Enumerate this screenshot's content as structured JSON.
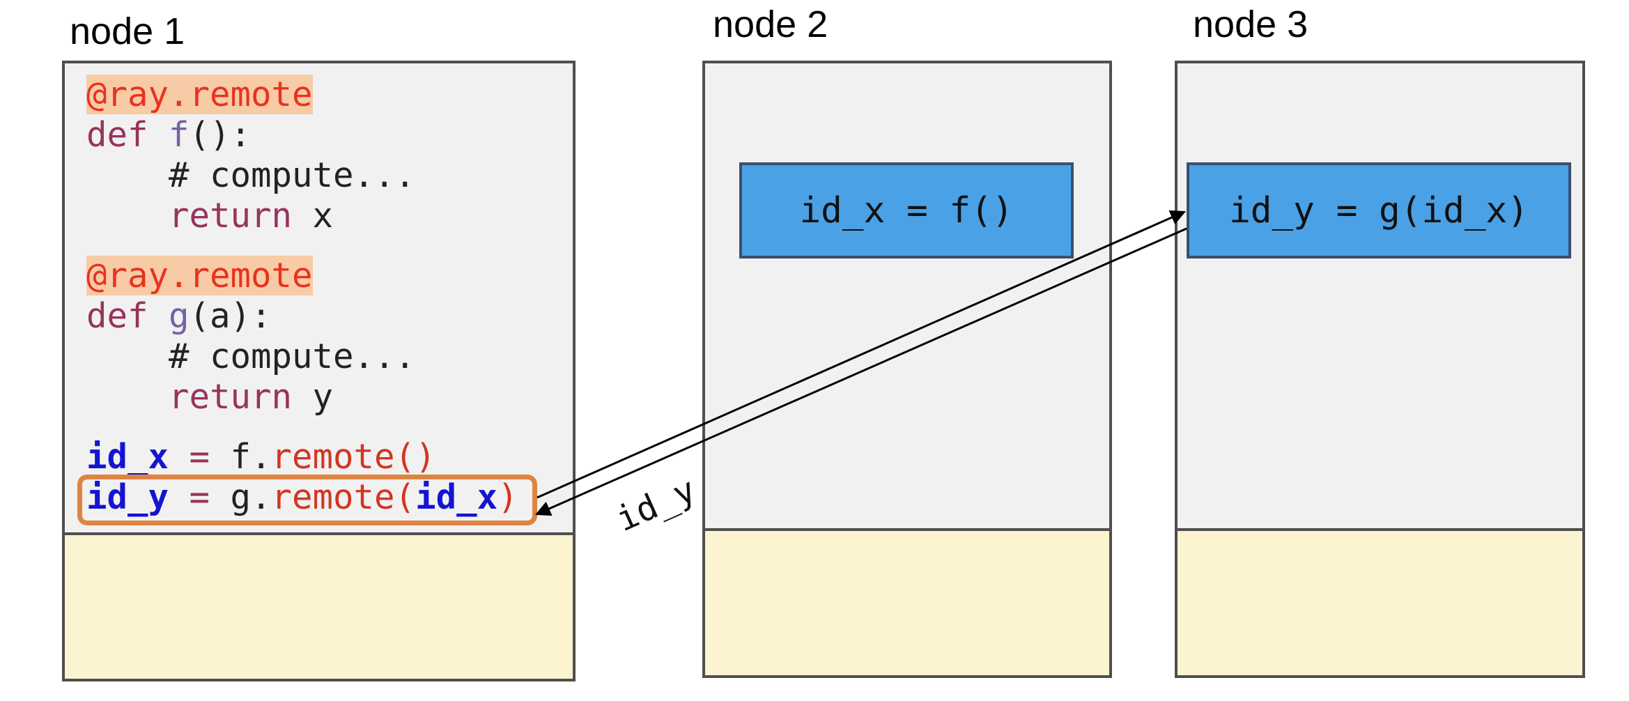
{
  "nodes": [
    {
      "title": "node 1"
    },
    {
      "title": "node 2"
    },
    {
      "title": "node 3"
    }
  ],
  "code": {
    "f_decorator": "@ray.remote",
    "f_def_kw": "def ",
    "f_name": "f",
    "f_sig": "():",
    "f_comment": "# compute...",
    "f_return_kw": "return",
    "f_return_val": " x",
    "g_decorator": "@ray.remote",
    "g_def_kw": "def ",
    "g_name": "g",
    "g_sig": "(a):",
    "g_comment": "# compute...",
    "g_return_kw": "return",
    "g_return_val": " y",
    "call1_var": "id_x",
    "call1_eq": " = ",
    "call1_obj": "f.",
    "call1_method": "remote()",
    "call2_var": "id_y",
    "call2_eq": " = ",
    "call2_obj": "g.",
    "call2_method": "remote(",
    "call2_arg": "id_x",
    "call2_close": ")"
  },
  "tasks": {
    "node2": "id_x = f()",
    "node3": "id_y = g(id_x)"
  },
  "arrow_label": "id_y",
  "colors": {
    "node_fill": "#f1f1f1",
    "object_store_fill": "#fcf3d0",
    "task_fill": "#4aa1e6",
    "highlight_border": "#de8442",
    "decorator_bg": "#f6cba6"
  }
}
